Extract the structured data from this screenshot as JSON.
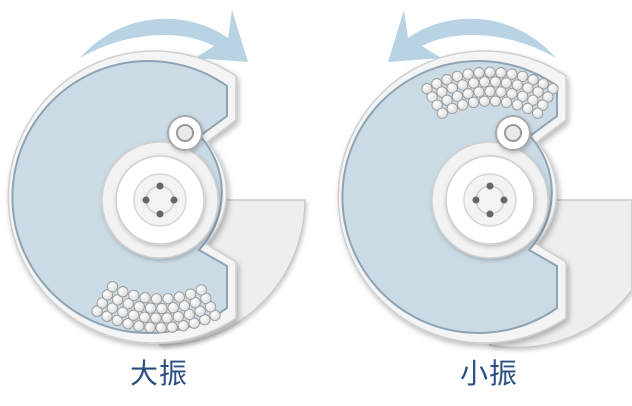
{
  "panels": [
    {
      "id": "left",
      "caption": "大振",
      "rotation": "clockwise",
      "ball_cluster": "bottom"
    },
    {
      "id": "right",
      "caption": "小振",
      "rotation": "counter-clockwise",
      "ball_cluster": "top"
    }
  ],
  "colors": {
    "rotor_fill": "#cbdbe5",
    "rotor_edge": "#8ea3b3",
    "housing": "#eeeeee",
    "housing_edge": "#c9c9c9",
    "arrow": "#b7d3e4",
    "caption": "#2c4f82"
  }
}
